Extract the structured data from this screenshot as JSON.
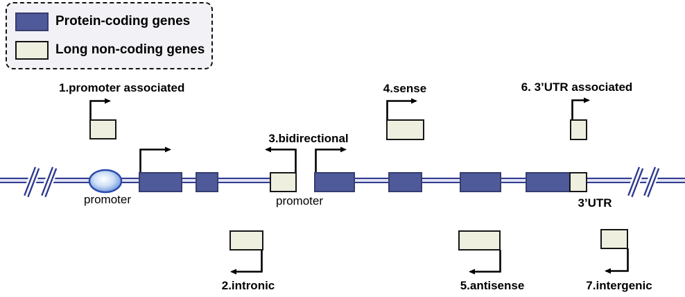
{
  "legend": {
    "items": [
      {
        "label": "Protein-coding genes",
        "color": "#4f5a9b"
      },
      {
        "label": "Long non-coding genes",
        "color": "#eeefde"
      }
    ]
  },
  "gene_labels": {
    "promoter_left": "promoter",
    "promoter_bidirectional": "promoter",
    "utr3": "3’UTR"
  },
  "annotations": [
    {
      "label": "1.promoter associated",
      "arrow": "right",
      "placement": "above-line"
    },
    {
      "label": "2.intronic",
      "arrow": "left",
      "placement": "below-line"
    },
    {
      "label": "3.bidirectional",
      "arrow": "left",
      "placement": "on-line"
    },
    {
      "label": "4.sense",
      "arrow": "right",
      "placement": "above-line"
    },
    {
      "label": "5.antisense",
      "arrow": "left",
      "placement": "below-line"
    },
    {
      "label": "6. 3’UTR associated",
      "arrow": "right",
      "placement": "above-line"
    },
    {
      "label": "7.intergenic",
      "arrow": "left",
      "placement": "below-line"
    }
  ],
  "colors": {
    "protein_coding_fill": "#4f5a9b",
    "protein_coding_border": "#363d6e",
    "lnc_fill": "#eeefde",
    "lnc_border": "#161616",
    "chromosome_line": "#2f3a8f",
    "chromosome_line_inner": "#dfe0f2",
    "promoter_ellipse_edge": "#4d7fd6",
    "promoter_ellipse_border": "#2e4cac",
    "arrow": "#000000",
    "legend_background": "#f2f2f6"
  }
}
